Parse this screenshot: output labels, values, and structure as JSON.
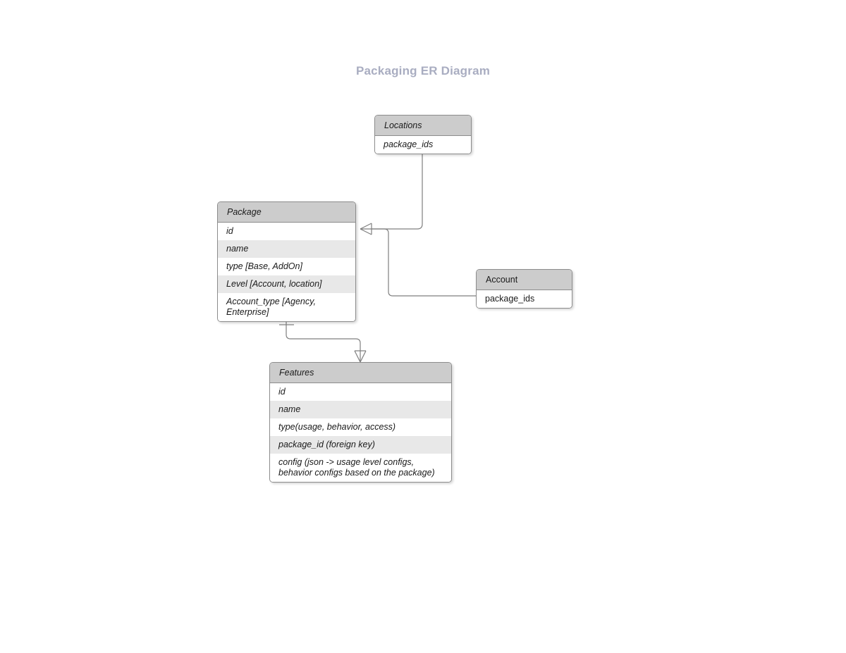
{
  "diagram": {
    "title": "Packaging ER Diagram",
    "colors": {
      "title_text": "#a9adc1",
      "entity_header_fill": "#cccccc",
      "entity_row_fill": "#ffffff",
      "entity_row_alt_fill": "#e8e8e8",
      "entity_border": "#8c8c8c",
      "connector_line": "#7f7f7f",
      "canvas_background": "#ffffff"
    },
    "entities": [
      {
        "id": "locations",
        "name": "Locations",
        "italic": true,
        "attributes": [
          {
            "label": "package_ids"
          }
        ]
      },
      {
        "id": "package",
        "name": "Package",
        "italic": true,
        "attributes": [
          {
            "label": "id"
          },
          {
            "label": "name"
          },
          {
            "label": "type [Base, AddOn]"
          },
          {
            "label": "Level [Account, location]"
          },
          {
            "label": "Account_type [Agency, Enterprise]"
          }
        ]
      },
      {
        "id": "account",
        "name": "Account",
        "italic": false,
        "attributes": [
          {
            "label": "package_ids"
          }
        ]
      },
      {
        "id": "features",
        "name": "Features",
        "italic": true,
        "attributes": [
          {
            "label": "id"
          },
          {
            "label": "name"
          },
          {
            "label": "type(usage, behavior, access)"
          },
          {
            "label": "package_id (foreign key)"
          },
          {
            "label": "config (json -> usage level configs, behavior configs based on the package)"
          }
        ]
      }
    ],
    "relationships": [
      {
        "id": "package-locations",
        "from": "package",
        "to": "locations",
        "from_marker": "crows-foot",
        "to_marker": "none"
      },
      {
        "id": "package-account",
        "from": "package",
        "to": "account",
        "from_marker": "crows-foot",
        "to_marker": "none"
      },
      {
        "id": "package-features",
        "from": "package",
        "to": "features",
        "from_marker": "one-tick",
        "to_marker": "crows-foot"
      }
    ]
  }
}
